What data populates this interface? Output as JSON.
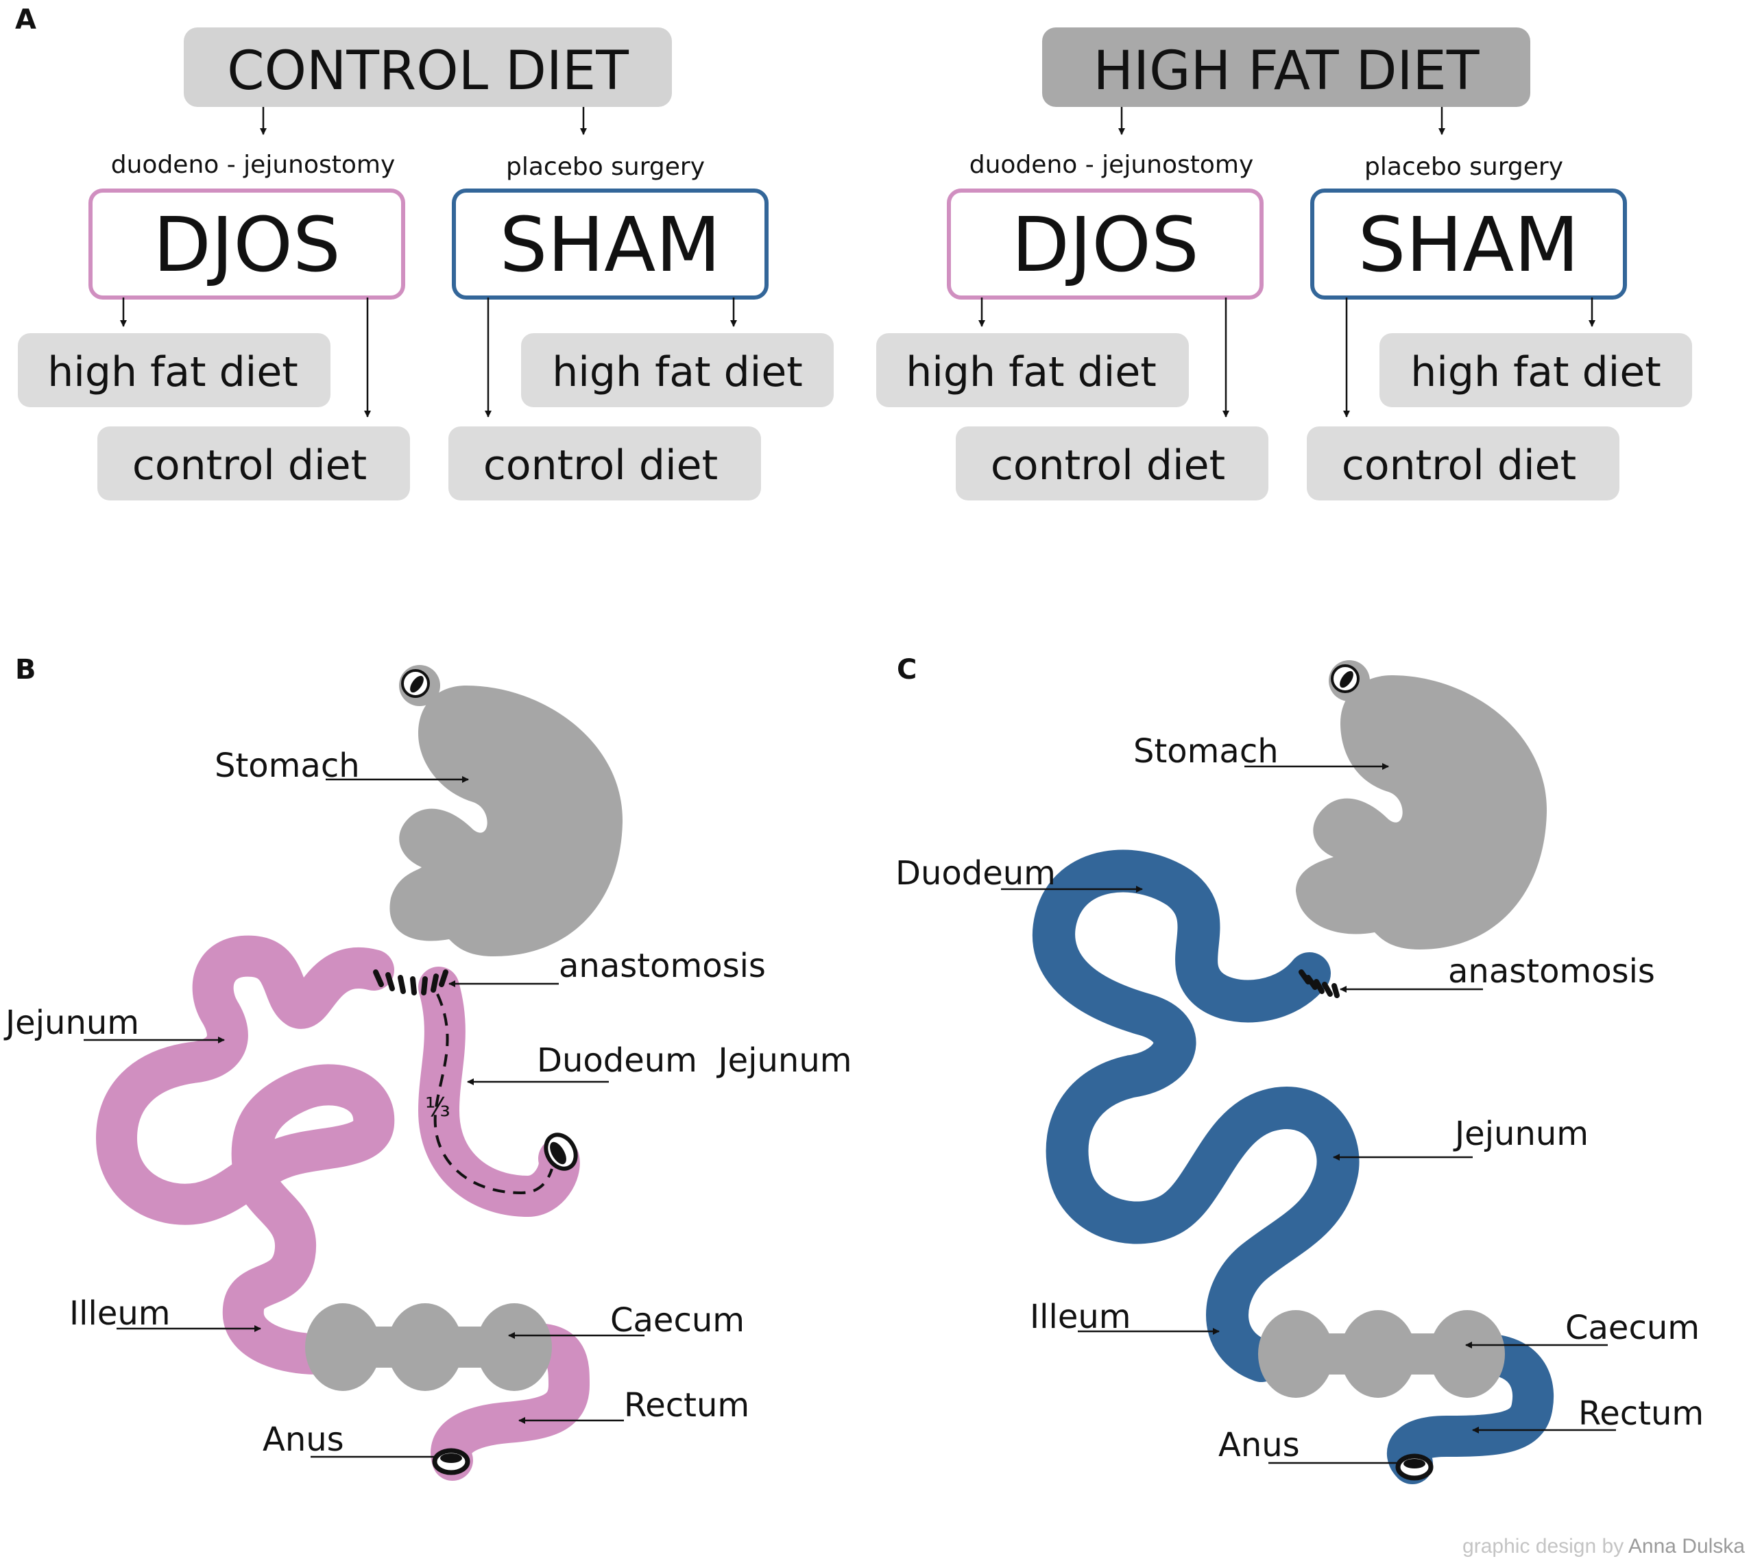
{
  "panel_a": {
    "label": "A",
    "groups": [
      {
        "diet": "CONTROL DIET",
        "djos": {
          "caption": "duodeno - jejunostomy",
          "label": "DJOS",
          "diet_1": "high fat diet",
          "diet_2": "control diet"
        },
        "sham": {
          "caption": "placebo surgery",
          "label": "SHAM",
          "diet_1": "high fat diet",
          "diet_2": "control diet"
        }
      },
      {
        "diet": "HIGH FAT DIET",
        "djos": {
          "caption": "duodeno - jejunostomy",
          "label": "DJOS",
          "diet_1": "high fat diet",
          "diet_2": "control diet"
        },
        "sham": {
          "caption": "placebo surgery",
          "label": "SHAM",
          "diet_1": "high fat diet",
          "diet_2": "control diet"
        }
      }
    ]
  },
  "panel_b": {
    "label": "B",
    "labels": {
      "stomach": "Stomach",
      "jejunum": "Jejunum",
      "anastomosis": "anastomosis",
      "duodenum_jejunum": "Duodeum  Jejunum",
      "fraction": "⅓",
      "ileum": "Illeum",
      "caecum": "Caecum",
      "rectum": "Rectum",
      "anus": "Anus"
    }
  },
  "panel_c": {
    "label": "C",
    "labels": {
      "stomach": "Stomach",
      "duodenum": "Duodeum",
      "anastomosis": "anastomosis",
      "jejunum": "Jejunum",
      "ileum": "Illeum",
      "caecum": "Caecum",
      "rectum": "Rectum",
      "anus": "Anus"
    }
  },
  "credit": {
    "prefix": "graphic design by ",
    "author": "Anna Dulska"
  },
  "colors": {
    "djos": "#d08fc0",
    "sham": "#336699",
    "organ_gray": "#a6a6a6",
    "control_header": "#d3d3d3",
    "hfd_header": "#a9a9a9",
    "diet_box": "#dcdcdc",
    "ink": "#111111"
  }
}
